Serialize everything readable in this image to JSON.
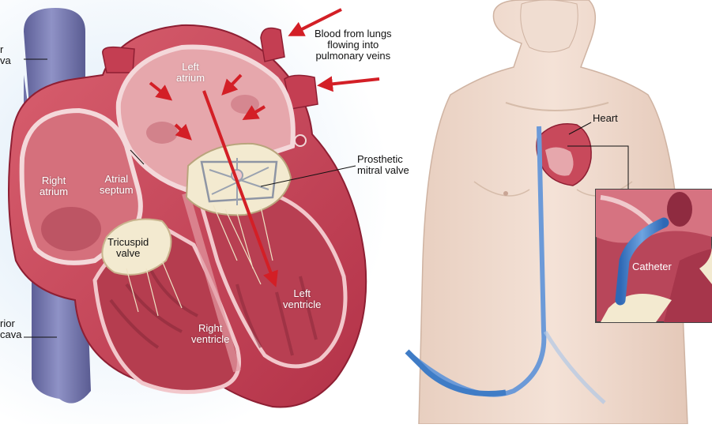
{
  "labels": {
    "superior_vena_cava": [
      "r",
      "va"
    ],
    "inferior_vena_cava": [
      "rior",
      "cava"
    ],
    "left_atrium": [
      "Left",
      "atrium"
    ],
    "right_atrium": [
      "Right",
      "atrium"
    ],
    "atrial_septum": [
      "Atrial",
      "septum"
    ],
    "tricuspid_valve": [
      "Tricuspid",
      "valve"
    ],
    "right_ventricle": [
      "Right",
      "ventricle"
    ],
    "left_ventricle": [
      "Left",
      "ventricle"
    ],
    "prosthetic_mitral_valve": [
      "Prosthetic",
      "mitral valve"
    ],
    "blood_from_lungs": [
      "Blood from lungs",
      "flowing into",
      "pulmonary veins"
    ],
    "heart": "Heart",
    "catheter": "Catheter"
  },
  "colors": {
    "vena_cava": "#7f82b8",
    "heart_wall": "#c7485a",
    "heart_interior": "#e9a3a9",
    "arrow_red": "#d31f26",
    "skin": "#efd9cc",
    "catheter_blue": "#3f7cc6",
    "valve_cream": "#f3ead0"
  }
}
